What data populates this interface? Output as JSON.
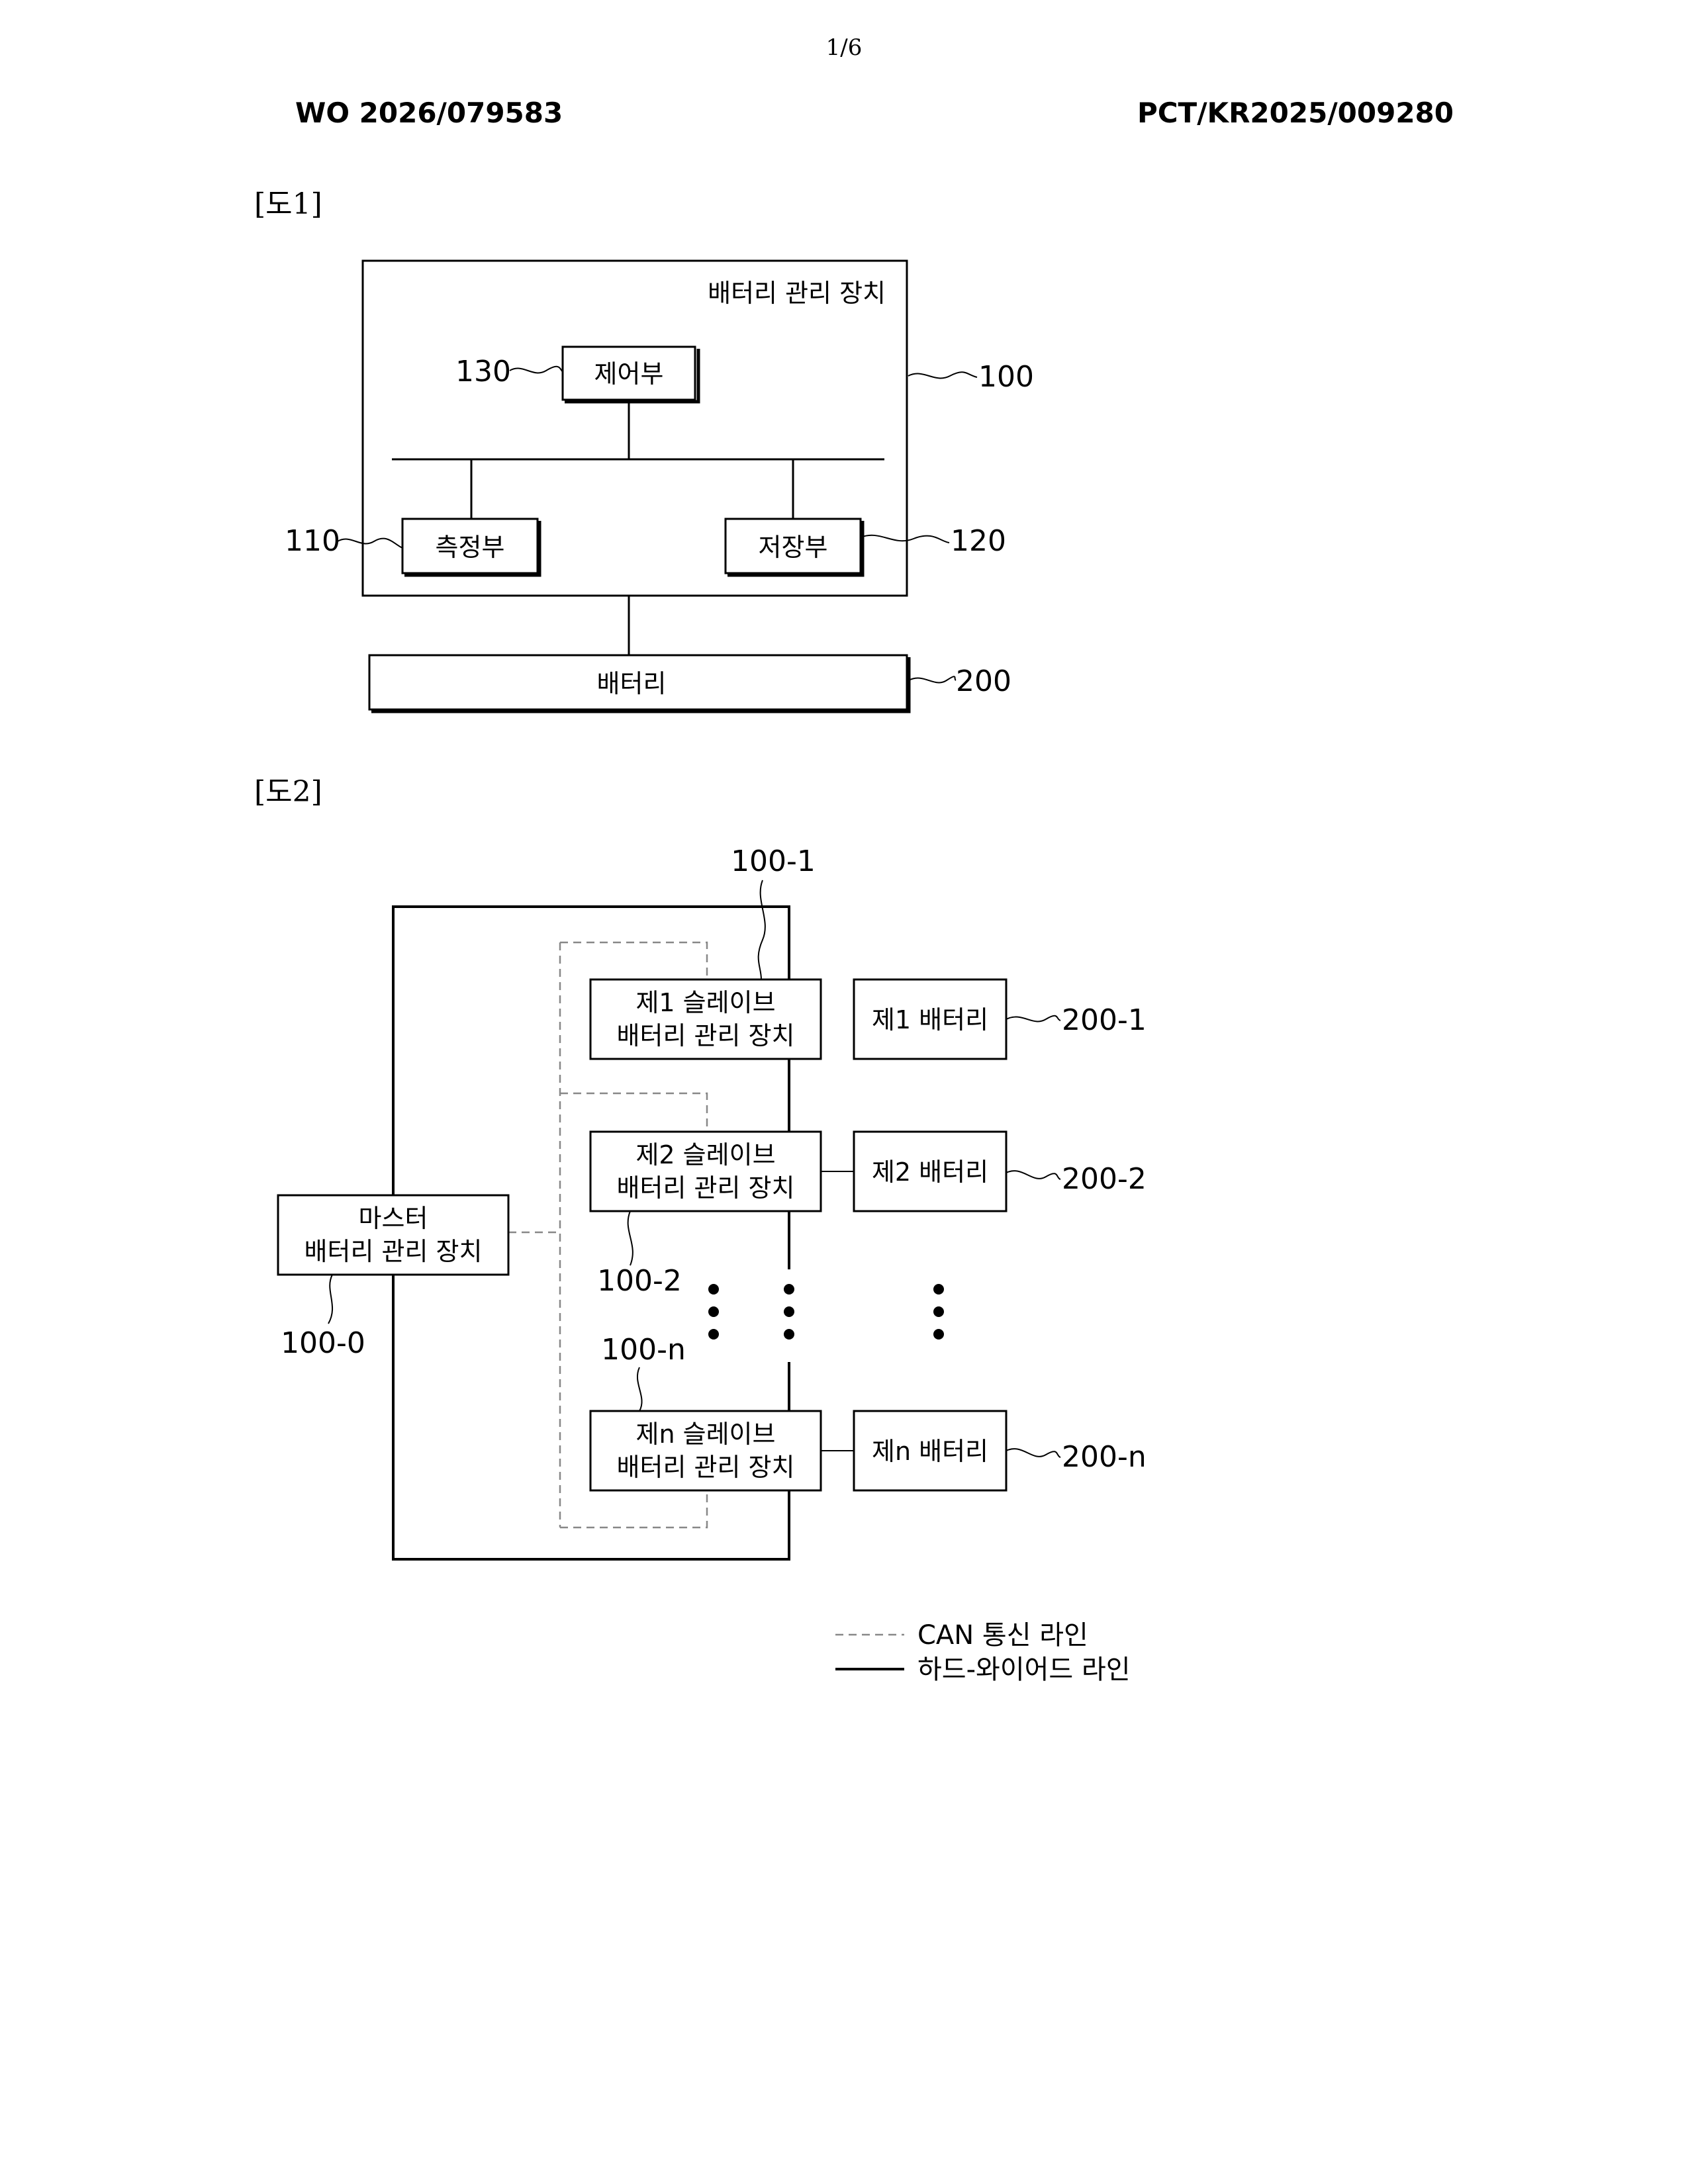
{
  "header": {
    "page_number": "1/6",
    "publication_number": "WO 2026/079583",
    "application_number": "PCT/KR2025/009280"
  },
  "figure1": {
    "label": "[도1]",
    "device_title": "배터리 관리 장치",
    "control_unit": "제어부",
    "measurement_unit": "측정부",
    "storage_unit": "저장부",
    "battery": "배터리",
    "ref_device": "100",
    "ref_control": "130",
    "ref_measurement": "110",
    "ref_storage": "120",
    "ref_battery": "200"
  },
  "figure2": {
    "label": "[도2]",
    "master": {
      "line1": "마스터",
      "line2": "배터리 관리 장치",
      "ref": "100-0"
    },
    "slaves": [
      {
        "line1": "제1 슬레이브",
        "line2": "배터리 관리 장치",
        "ref": "100-1"
      },
      {
        "line1": "제2 슬레이브",
        "line2": "배터리 관리 장치",
        "ref": "100-2"
      },
      {
        "line1": "제n 슬레이브",
        "line2": "배터리 관리 장치",
        "ref": "100-n"
      }
    ],
    "batteries": [
      {
        "label": "제1 배터리",
        "ref": "200-1"
      },
      {
        "label": "제2 배터리",
        "ref": "200-2"
      },
      {
        "label": "제n 배터리",
        "ref": "200-n"
      }
    ],
    "legend": {
      "can_line": "CAN 통신 라인",
      "hardwired_line": "하드-와이어드 라인"
    }
  }
}
